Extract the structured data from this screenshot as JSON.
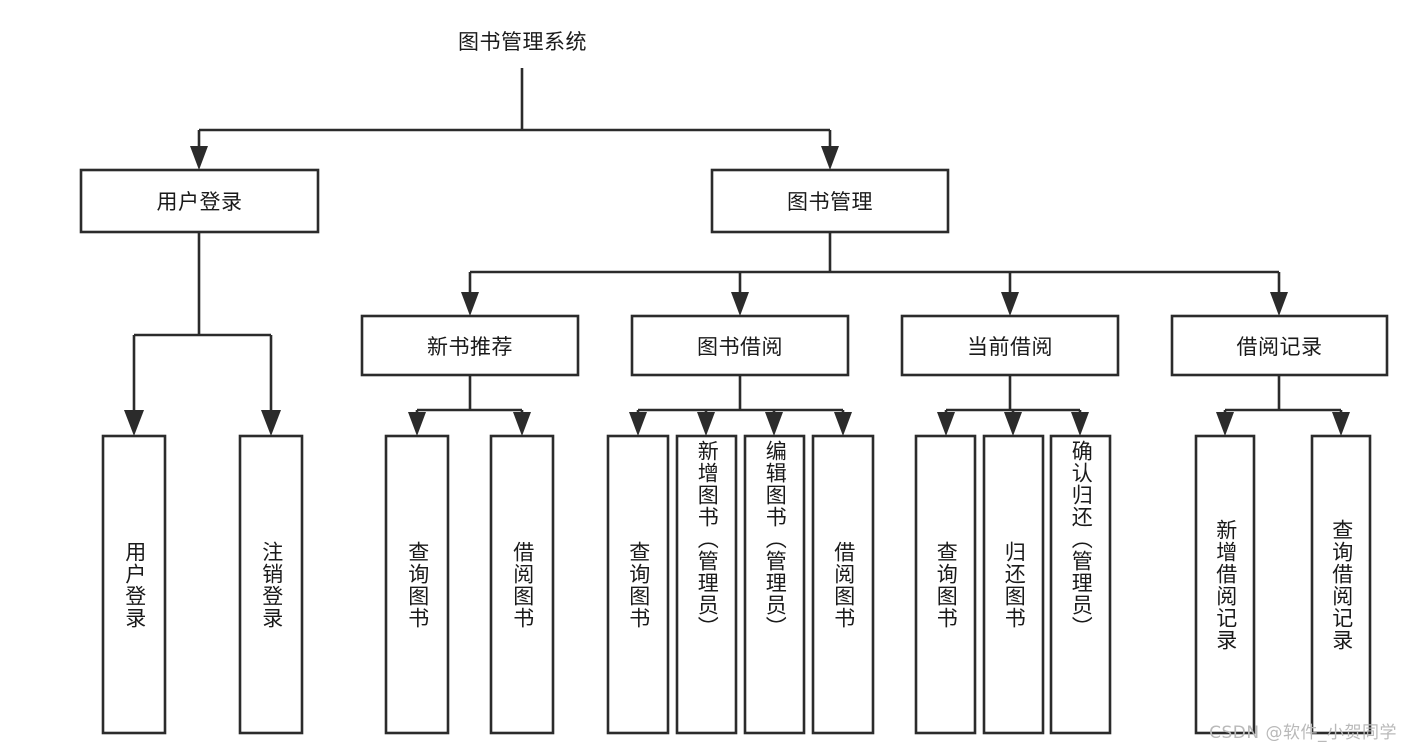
{
  "diagram": {
    "type": "tree",
    "title": "图书管理系统",
    "orientation": "top-down",
    "colors": {
      "stroke": "#2b2b2b",
      "box_fill": "#ffffff",
      "text": "#1a1a1a",
      "background": "#ffffff",
      "watermark": "#b9b9b9"
    },
    "root": {
      "label": "图书管理系统"
    },
    "level2": [
      {
        "id": "user-login",
        "label": "用户登录"
      },
      {
        "id": "book-management",
        "label": "图书管理"
      }
    ],
    "level3": [
      {
        "id": "new-book-recommend",
        "label": "新书推荐",
        "parent": "book-management"
      },
      {
        "id": "book-borrow",
        "label": "图书借阅",
        "parent": "book-management"
      },
      {
        "id": "current-borrow",
        "label": "当前借阅",
        "parent": "book-management"
      },
      {
        "id": "borrow-record",
        "label": "借阅记录",
        "parent": "book-management"
      }
    ],
    "leaves": [
      {
        "id": "leaf-user-login",
        "label": "用户登录",
        "parent": "user-login"
      },
      {
        "id": "leaf-user-logout",
        "label": "注销登录",
        "parent": "user-login"
      },
      {
        "id": "leaf-query-book-1",
        "label": "查询图书",
        "parent": "new-book-recommend"
      },
      {
        "id": "leaf-borrow-book-1",
        "label": "借阅图书",
        "parent": "new-book-recommend"
      },
      {
        "id": "leaf-query-book-2",
        "label": "查询图书",
        "parent": "book-borrow"
      },
      {
        "id": "leaf-add-book",
        "label": "新增图书（管理员）",
        "parent": "book-borrow"
      },
      {
        "id": "leaf-edit-book",
        "label": "编辑图书（管理员）",
        "parent": "book-borrow"
      },
      {
        "id": "leaf-borrow-book-2",
        "label": "借阅图书",
        "parent": "book-borrow"
      },
      {
        "id": "leaf-query-book-3",
        "label": "查询图书",
        "parent": "current-borrow"
      },
      {
        "id": "leaf-return-book",
        "label": "归还图书",
        "parent": "current-borrow"
      },
      {
        "id": "leaf-confirm-return",
        "label": "确认归还（管理员）",
        "parent": "current-borrow"
      },
      {
        "id": "leaf-add-record",
        "label": "新增借阅记录",
        "parent": "borrow-record"
      },
      {
        "id": "leaf-query-record",
        "label": "查询借阅记录",
        "parent": "borrow-record"
      }
    ],
    "watermark": "CSDN @软件_小贺同学"
  }
}
